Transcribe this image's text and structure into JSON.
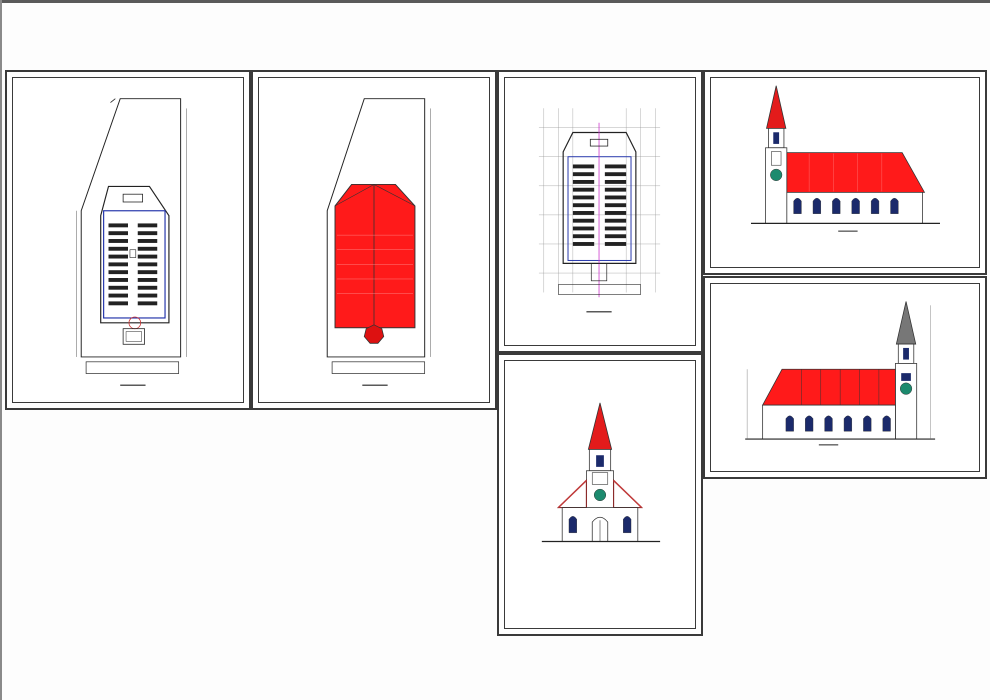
{
  "drawing": {
    "sheets": [
      {
        "id": "floor-plan",
        "caption": ""
      },
      {
        "id": "roof-plan",
        "caption": ""
      },
      {
        "id": "structural-plan",
        "caption": ""
      },
      {
        "id": "front-elevation",
        "caption": ""
      },
      {
        "id": "side-elevation-left",
        "caption": ""
      },
      {
        "id": "side-elevation-right",
        "caption": ""
      }
    ],
    "colors": {
      "roof_red": "#ff1a1a",
      "line_dark": "#222222",
      "window_blue": "#1b2a6b",
      "accent_teal": "#1c8a6e",
      "dim_magenta": "#cc33cc",
      "wall_white": "#ffffff",
      "spire_gray": "#777777"
    }
  }
}
